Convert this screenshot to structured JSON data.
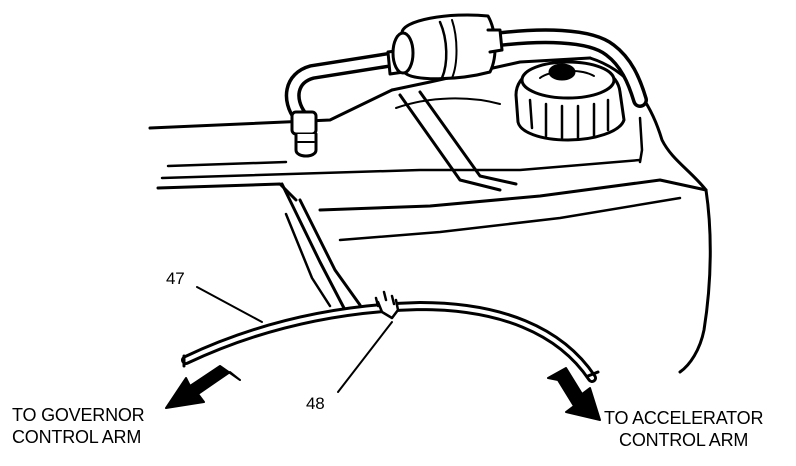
{
  "callouts": {
    "cable": "47",
    "clip": "48"
  },
  "directions": {
    "governor": {
      "line1": "TO GOVERNOR",
      "line2": "CONTROL ARM"
    },
    "accelerator": {
      "line1": "TO ACCELERATOR",
      "line2": "CONTROL ARM"
    }
  },
  "colors": {
    "ink": "#000000",
    "paper": "#ffffff"
  }
}
